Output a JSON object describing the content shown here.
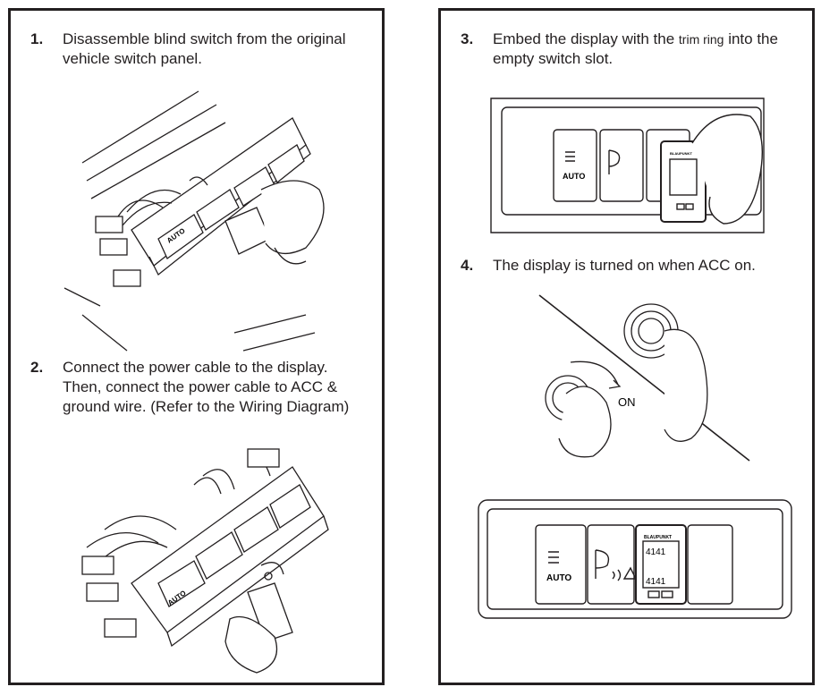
{
  "steps": [
    {
      "number": "1.",
      "lines": [
        "Disassemble blind switch from the original",
        "vehicle switch panel."
      ]
    },
    {
      "number": "2.",
      "lines": [
        "Connect the power cable to the display.",
        "Then, connect the power cable to ACC &",
        "ground wire. (Refer to the Wiring Diagram)"
      ]
    },
    {
      "number": "3.",
      "line1_before": "Embed the display with the ",
      "line1_small": "trim ring",
      "line1_after": " into the",
      "line2": "empty switch slot."
    },
    {
      "number": "4.",
      "lines": [
        "The display is turned on when ACC on."
      ]
    }
  ],
  "illustration_labels": {
    "auto": "AUTO",
    "on": "ON",
    "brand": "BLAUPUNKT",
    "display_digits_a": "4141",
    "display_digits_b": "4141"
  }
}
